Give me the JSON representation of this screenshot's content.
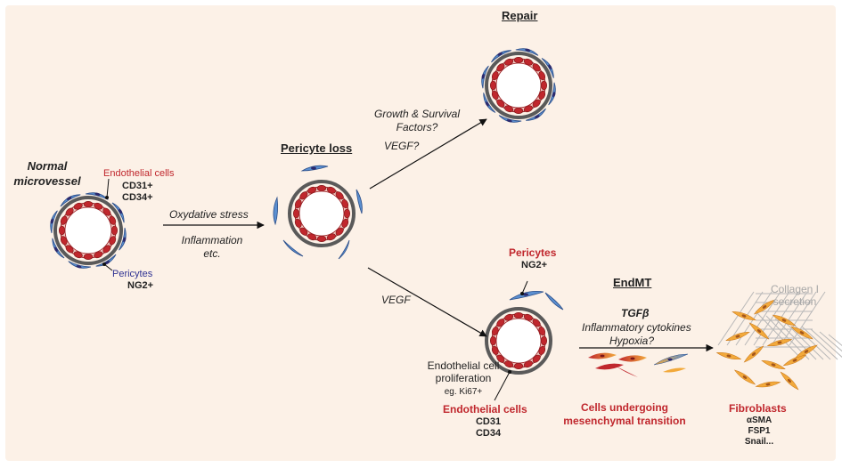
{
  "normal": {
    "title_line1": "Normal",
    "title_line2": "microvessel",
    "endothelial_label": "Endothelial cells",
    "marker1": "CD31+",
    "marker2": "CD34+",
    "pericytes_label": "Pericytes",
    "pericyte_marker": "NG2+"
  },
  "arrow1": {
    "above": "Oxydative stress",
    "below_line1": "Inflammation",
    "below_line2": "etc."
  },
  "pericyte_loss": {
    "title": "Pericyte loss"
  },
  "repair": {
    "title": "Repair",
    "factor_line1": "Growth & Survival",
    "factor_line2": "Factors?",
    "factor_line3": "VEGF?"
  },
  "lower_path": {
    "label": "VEGF"
  },
  "proliferating_vessel": {
    "pericytes_label": "Pericytes",
    "pericyte_marker": "NG2+",
    "prolif_line1": "Endothelial cell",
    "prolif_line2": "proliferation",
    "prolif_line3": "eg. Ki67+",
    "endothelial_label": "Endothelial cells",
    "marker1": "CD31",
    "marker2": "CD34"
  },
  "endmt": {
    "title": "EndMT",
    "factor1": "TGFβ",
    "factor2": "Inflammatory cytokines",
    "factor3": "Hypoxia?",
    "cells_line1": "Cells undergoing",
    "cells_line2": "mesenchymal transition"
  },
  "fibroblasts": {
    "collagen_line1": "Collagen I",
    "collagen_line2": "secretion",
    "title": "Fibroblasts",
    "marker1": "αSMA",
    "marker2": "FSP1",
    "marker3": "Snail..."
  },
  "colors": {
    "background": "#fcf1e7",
    "endothelial": "#c0272d",
    "pericyte": "#5b8fd0",
    "membrane": "#5a5a5a",
    "fibroblast": "#f2a93b"
  }
}
